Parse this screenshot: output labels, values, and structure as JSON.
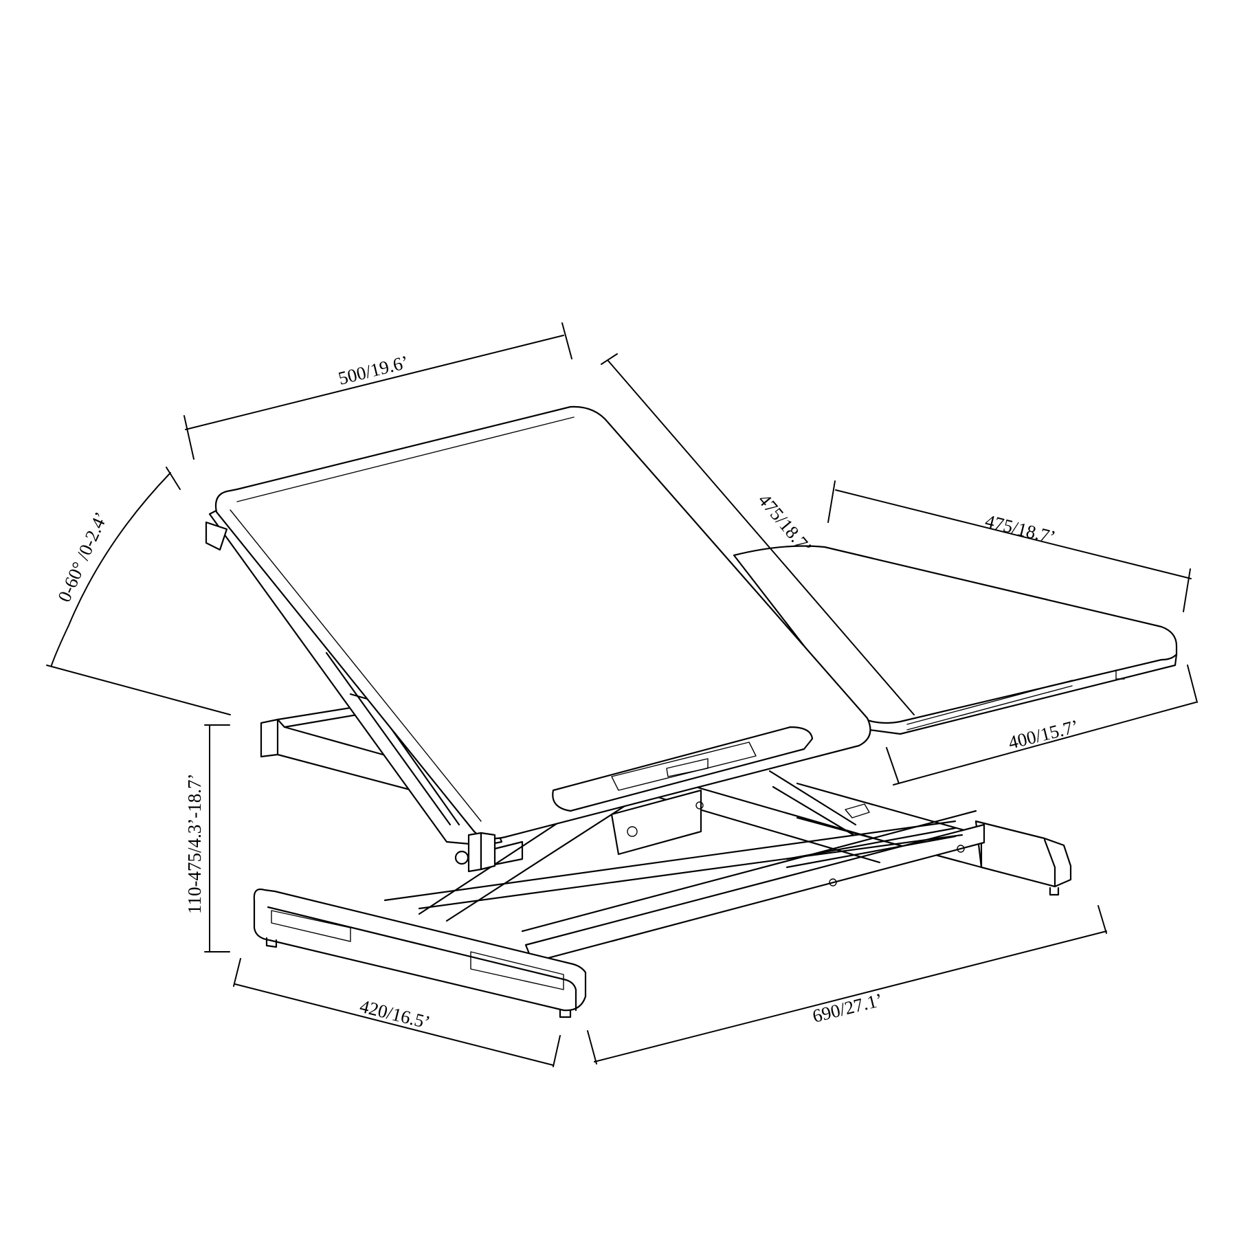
{
  "dimensions": {
    "top_width": "500/19.6’",
    "tilt_depth": "475/18.7’",
    "right_depth": "475/18.7’",
    "right_width": "400/15.7’",
    "height_range": "110-475/4.3’-18.7’",
    "base_depth": "420/16.5’",
    "base_width": "690/27.1’",
    "tilt_angle": "0-60° /0-2.4’"
  }
}
